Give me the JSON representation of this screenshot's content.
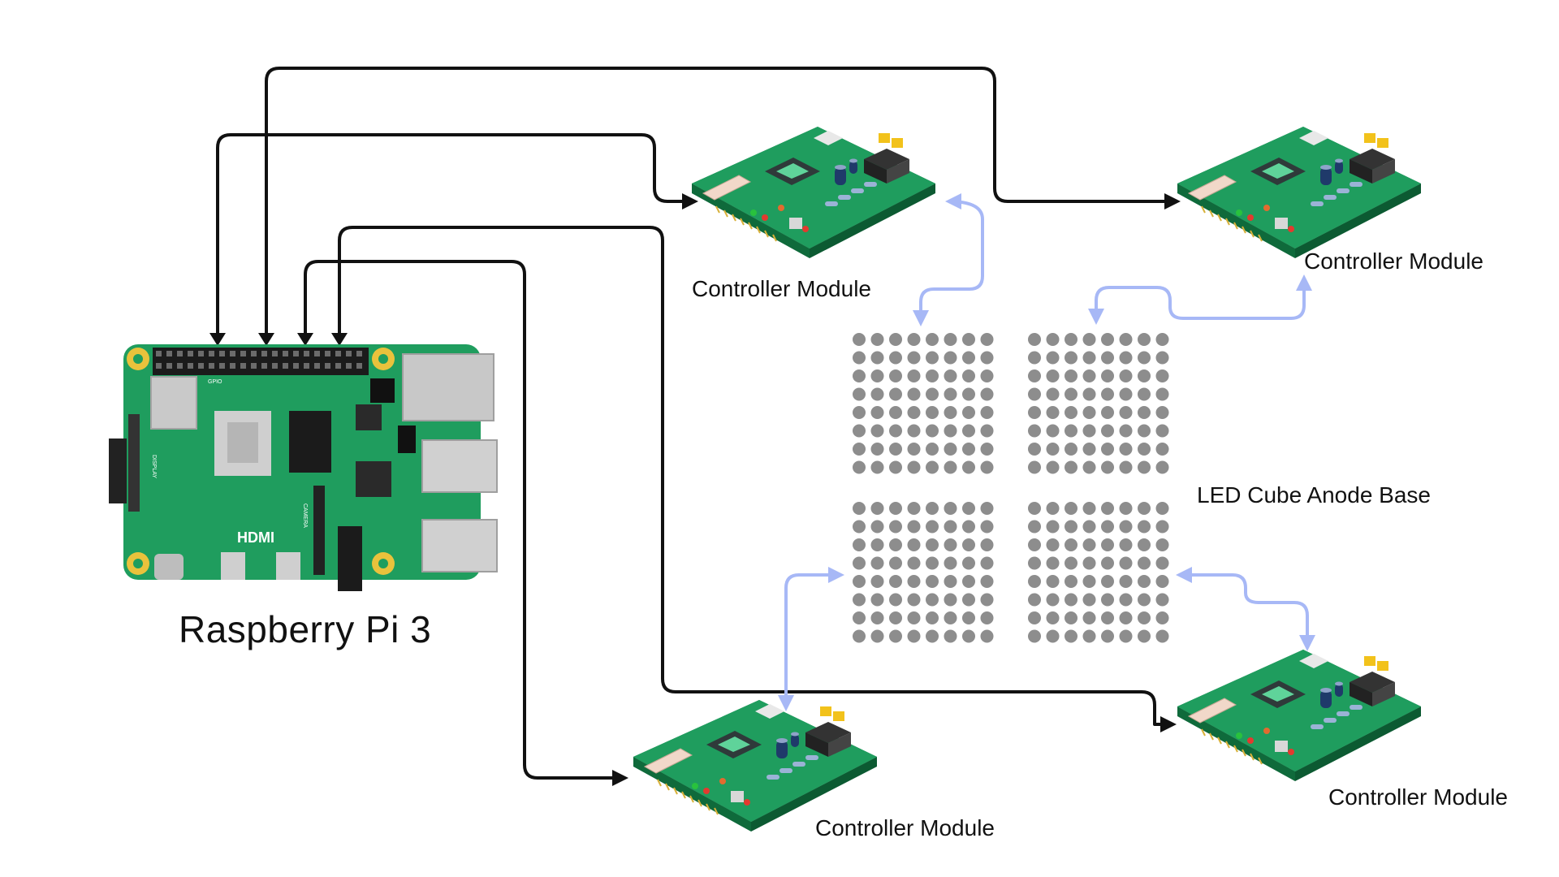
{
  "labels": {
    "pi": "Raspberry Pi 3",
    "led_base": "LED Cube Anode Base",
    "module_top_left": "Controller Module",
    "module_top_right": "Controller Module",
    "module_bottom_left": "Controller Module",
    "module_bottom_right": "Controller Module"
  },
  "pi_board": {
    "silkscreen": {
      "hdmi": "HDMI",
      "gpio": "GPIO",
      "display": "DISPLAY",
      "camera": "CAMERA"
    }
  },
  "led_grid": {
    "quadrants": 4,
    "rows_per_quadrant": 8,
    "cols_per_quadrant": 8
  },
  "colors": {
    "pcb": "#1f9d5e",
    "pcb_dark": "#137a46",
    "wire": "#111111",
    "link": "#a7b8f6",
    "led": "#8d8d8d"
  },
  "connections": [
    {
      "from": "raspberry-pi-gpio",
      "to": "controller-module-top-left",
      "style": "directed"
    },
    {
      "from": "raspberry-pi-gpio",
      "to": "controller-module-top-right",
      "style": "directed"
    },
    {
      "from": "raspberry-pi-gpio",
      "to": "controller-module-bottom-left",
      "style": "directed"
    },
    {
      "from": "raspberry-pi-gpio",
      "to": "controller-module-bottom-right",
      "style": "directed"
    },
    {
      "from": "controller-module-top-left",
      "to": "led-quadrant-top-left",
      "style": "bidirectional"
    },
    {
      "from": "controller-module-top-right",
      "to": "led-quadrant-top-right",
      "style": "bidirectional"
    },
    {
      "from": "controller-module-bottom-left",
      "to": "led-quadrant-bottom-left",
      "style": "bidirectional"
    },
    {
      "from": "controller-module-bottom-right",
      "to": "led-quadrant-bottom-right",
      "style": "bidirectional"
    }
  ]
}
